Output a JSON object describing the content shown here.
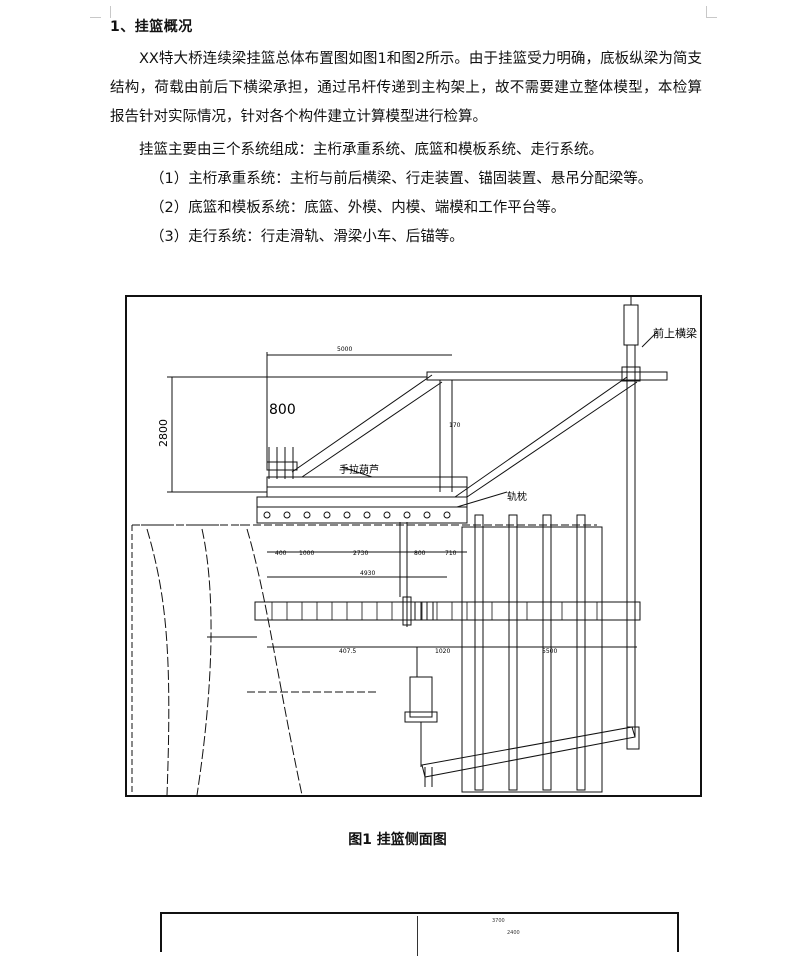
{
  "document": {
    "heading": "1、挂篮概况",
    "paragraph_1": "XX特大桥连续梁挂篮总体布置图如图1和图2所示。由于挂篮受力明确，底板纵梁为简支结构，荷载由前后下横梁承担，通过吊杆传递到主构架上，故不需要建立整体模型，本检算报告针对实际情况，针对各个构件建立计算模型进行检算。",
    "paragraph_2": "挂篮主要由三个系统组成：主桁承重系统、底篮和模板系统、走行系统。",
    "list": [
      "（1）主桁承重系统：主桁与前后横梁、行走装置、锚固装置、悬吊分配梁等。",
      "（2）底篮和模板系统：底篮、外模、内模、端模和工作平台等。",
      "（3）走行系统：行走滑轨、滑梁小车、后锚等。"
    ],
    "figure_1": {
      "caption": "图1 挂篮侧面图",
      "labels": {
        "front_beam": "前上横梁",
        "hand_hoist": "手拉葫芦",
        "track": "轨枕"
      },
      "dimensions": {
        "top_span": "5000",
        "height": "2800",
        "rear_post": "800",
        "small": "170",
        "d1": "400",
        "d2": "1000",
        "d3": "2730",
        "d4": "800",
        "d5": "710",
        "d6": "4930",
        "d7": "407.5",
        "d8": "1020",
        "d9": "5500"
      }
    },
    "figure_2": {
      "dim_a": "3700",
      "dim_b": "2400"
    }
  }
}
